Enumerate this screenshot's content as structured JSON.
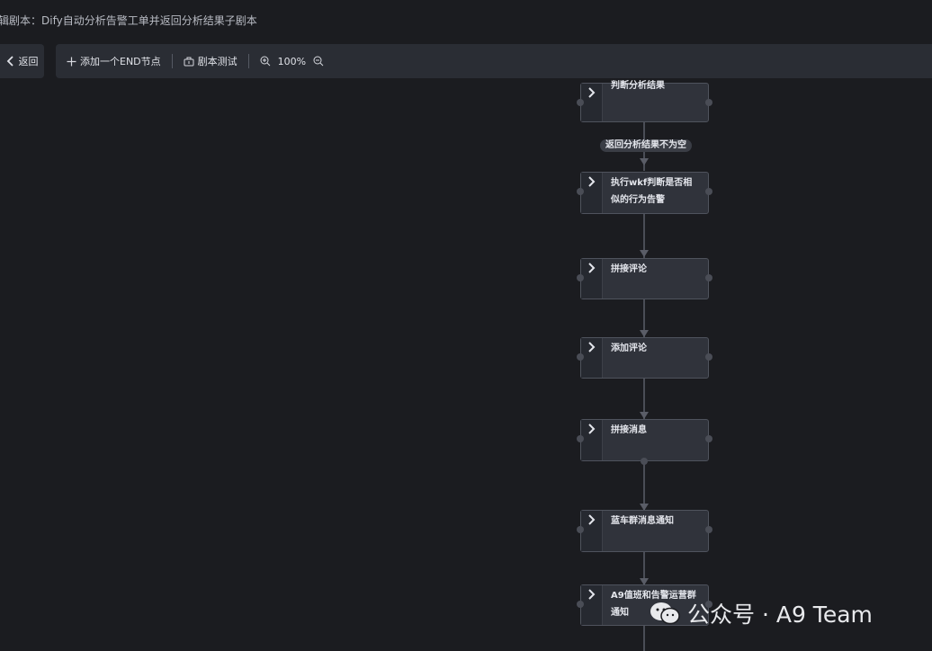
{
  "title": "辑剧本：Dify自动分析告警工单并返回分析结果子剧本",
  "back_label": "返回",
  "toolbar": {
    "add_end_label": "添加一个END节点",
    "test_label": "剧本测试",
    "zoom": "100%"
  },
  "nodes": [
    {
      "label": "判断分析结果"
    },
    {
      "label": "执行wkf判断是否相似的行为告警"
    },
    {
      "label": "拼接评论"
    },
    {
      "label": "添加评论"
    },
    {
      "label": "拼接消息"
    },
    {
      "label": "蓝车群消息通知"
    },
    {
      "label": "A9值班和告警运营群通知"
    }
  ],
  "edge_label": "返回分析结果不为空",
  "watermark": {
    "text": "公众号 · A9 Team",
    "icon": "wechat-icon"
  },
  "icons": {
    "back": "chevron-left-icon",
    "add": "plus-icon",
    "test": "test-icon",
    "zoom_in": "zoom-in-icon",
    "zoom_out": "zoom-out-icon",
    "node": "chevron-right-icon"
  },
  "colors": {
    "background": "#1b1c20",
    "toolbar": "#2a2d34",
    "node": "#30333b",
    "node_border": "#4f535d",
    "connector": "#4a4d56"
  }
}
